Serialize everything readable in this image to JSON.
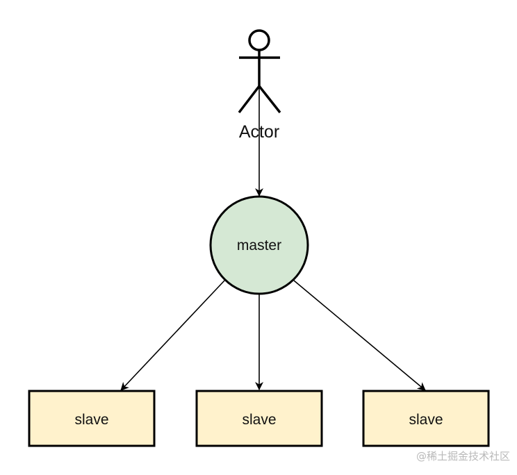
{
  "diagram": {
    "actor_label": "Actor",
    "master_label": "master",
    "slaves": [
      {
        "label": "slave"
      },
      {
        "label": "slave"
      },
      {
        "label": "slave"
      }
    ]
  },
  "colors": {
    "master_fill": "#d5e8d4",
    "slave_fill": "#fff2cc",
    "stroke": "#000000"
  },
  "watermark": "@稀土掘金技术社区"
}
